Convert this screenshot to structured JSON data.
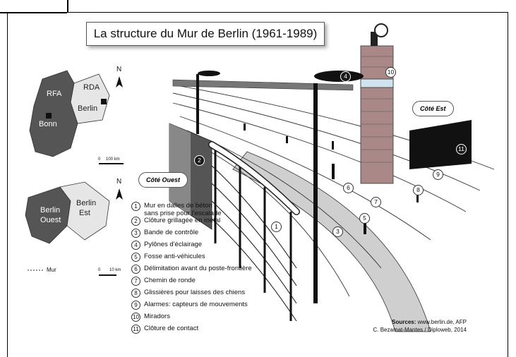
{
  "title": "La structure du Mur de Berlin (1961-1989)",
  "map1": {
    "north": "N",
    "rfa": "RFA",
    "rda": "RDA",
    "berlin": "Berlin",
    "bonn": "Bonn",
    "scale": "100 km",
    "scale_zero": "0"
  },
  "map2": {
    "north": "N",
    "berlin_ouest_1": "Berlin",
    "berlin_ouest_2": "Ouest",
    "berlin_est_1": "Berlin",
    "berlin_est_2": "Est",
    "mur_legend": "Mur",
    "scale": "10 km",
    "scale_zero": "0"
  },
  "cote_ouest": "Côté Ouest",
  "cote_est": "Côté Est",
  "legend": [
    {
      "num": "1",
      "text": "Mur en dalles de béton",
      "text2": "sans prise pour l'escalade"
    },
    {
      "num": "2",
      "text": "Clôture grillagée en métal"
    },
    {
      "num": "3",
      "text": "Bande de contrôle"
    },
    {
      "num": "4",
      "text": "Pylônes d'éclairage"
    },
    {
      "num": "5",
      "text": "Fosse anti-véhicules"
    },
    {
      "num": "6",
      "text": "Délimitation avant du poste-frontière"
    },
    {
      "num": "7",
      "text": "Chemin de ronde"
    },
    {
      "num": "8",
      "text": "Glissières pour laisses des chiens"
    },
    {
      "num": "9",
      "text": "Alarmes: capteurs de mouvements"
    },
    {
      "num": "10",
      "text": "Miradors"
    },
    {
      "num": "11",
      "text": "Clôture de contact"
    }
  ],
  "markers": [
    "1",
    "2",
    "3",
    "4",
    "5",
    "6",
    "7",
    "8",
    "9",
    "10",
    "11"
  ],
  "sources": {
    "label": "Sources:",
    "text": " www.berlin.de, AFP",
    "credit": "C. Bezamat-Mantes / Diploweb, 2014"
  }
}
